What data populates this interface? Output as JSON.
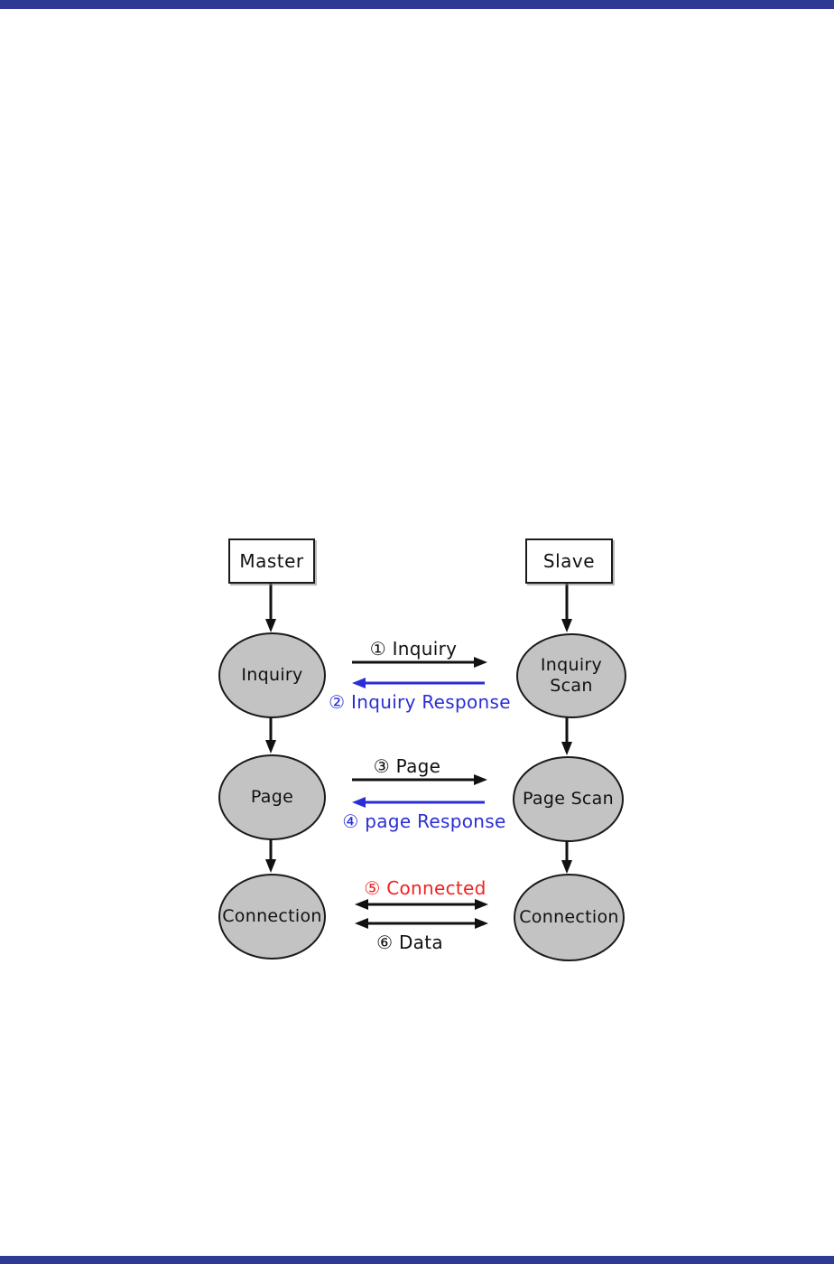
{
  "colors": {
    "bar": "#2e3a94",
    "node-fill": "#c3c3c3",
    "node-stroke": "#1a1a1a",
    "arrow-black": "#111111",
    "arrow-blue": "#2a2ed4",
    "label-red": "#ee2222"
  },
  "diagram": {
    "master_label": "Master",
    "slave_label": "Slave",
    "nodes": {
      "inquiry": "Inquiry",
      "inquiry_scan": "Inquiry\nScan",
      "page": "Page",
      "page_scan": "Page Scan",
      "connection_left": "Connection",
      "connection_right": "Connection"
    },
    "messages": [
      {
        "label": "① Inquiry",
        "color": "black",
        "direction": "left-to-right"
      },
      {
        "label": "② Inquiry Response",
        "color": "blue",
        "direction": "right-to-left"
      },
      {
        "label": "③ Page",
        "color": "black",
        "direction": "left-to-right"
      },
      {
        "label": "④ page Response",
        "color": "blue",
        "direction": "right-to-left"
      },
      {
        "label": "⑤ Connected",
        "color": "red",
        "direction": "bidirectional"
      },
      {
        "label": "⑥ Data",
        "color": "black",
        "direction": "bidirectional"
      }
    ]
  }
}
